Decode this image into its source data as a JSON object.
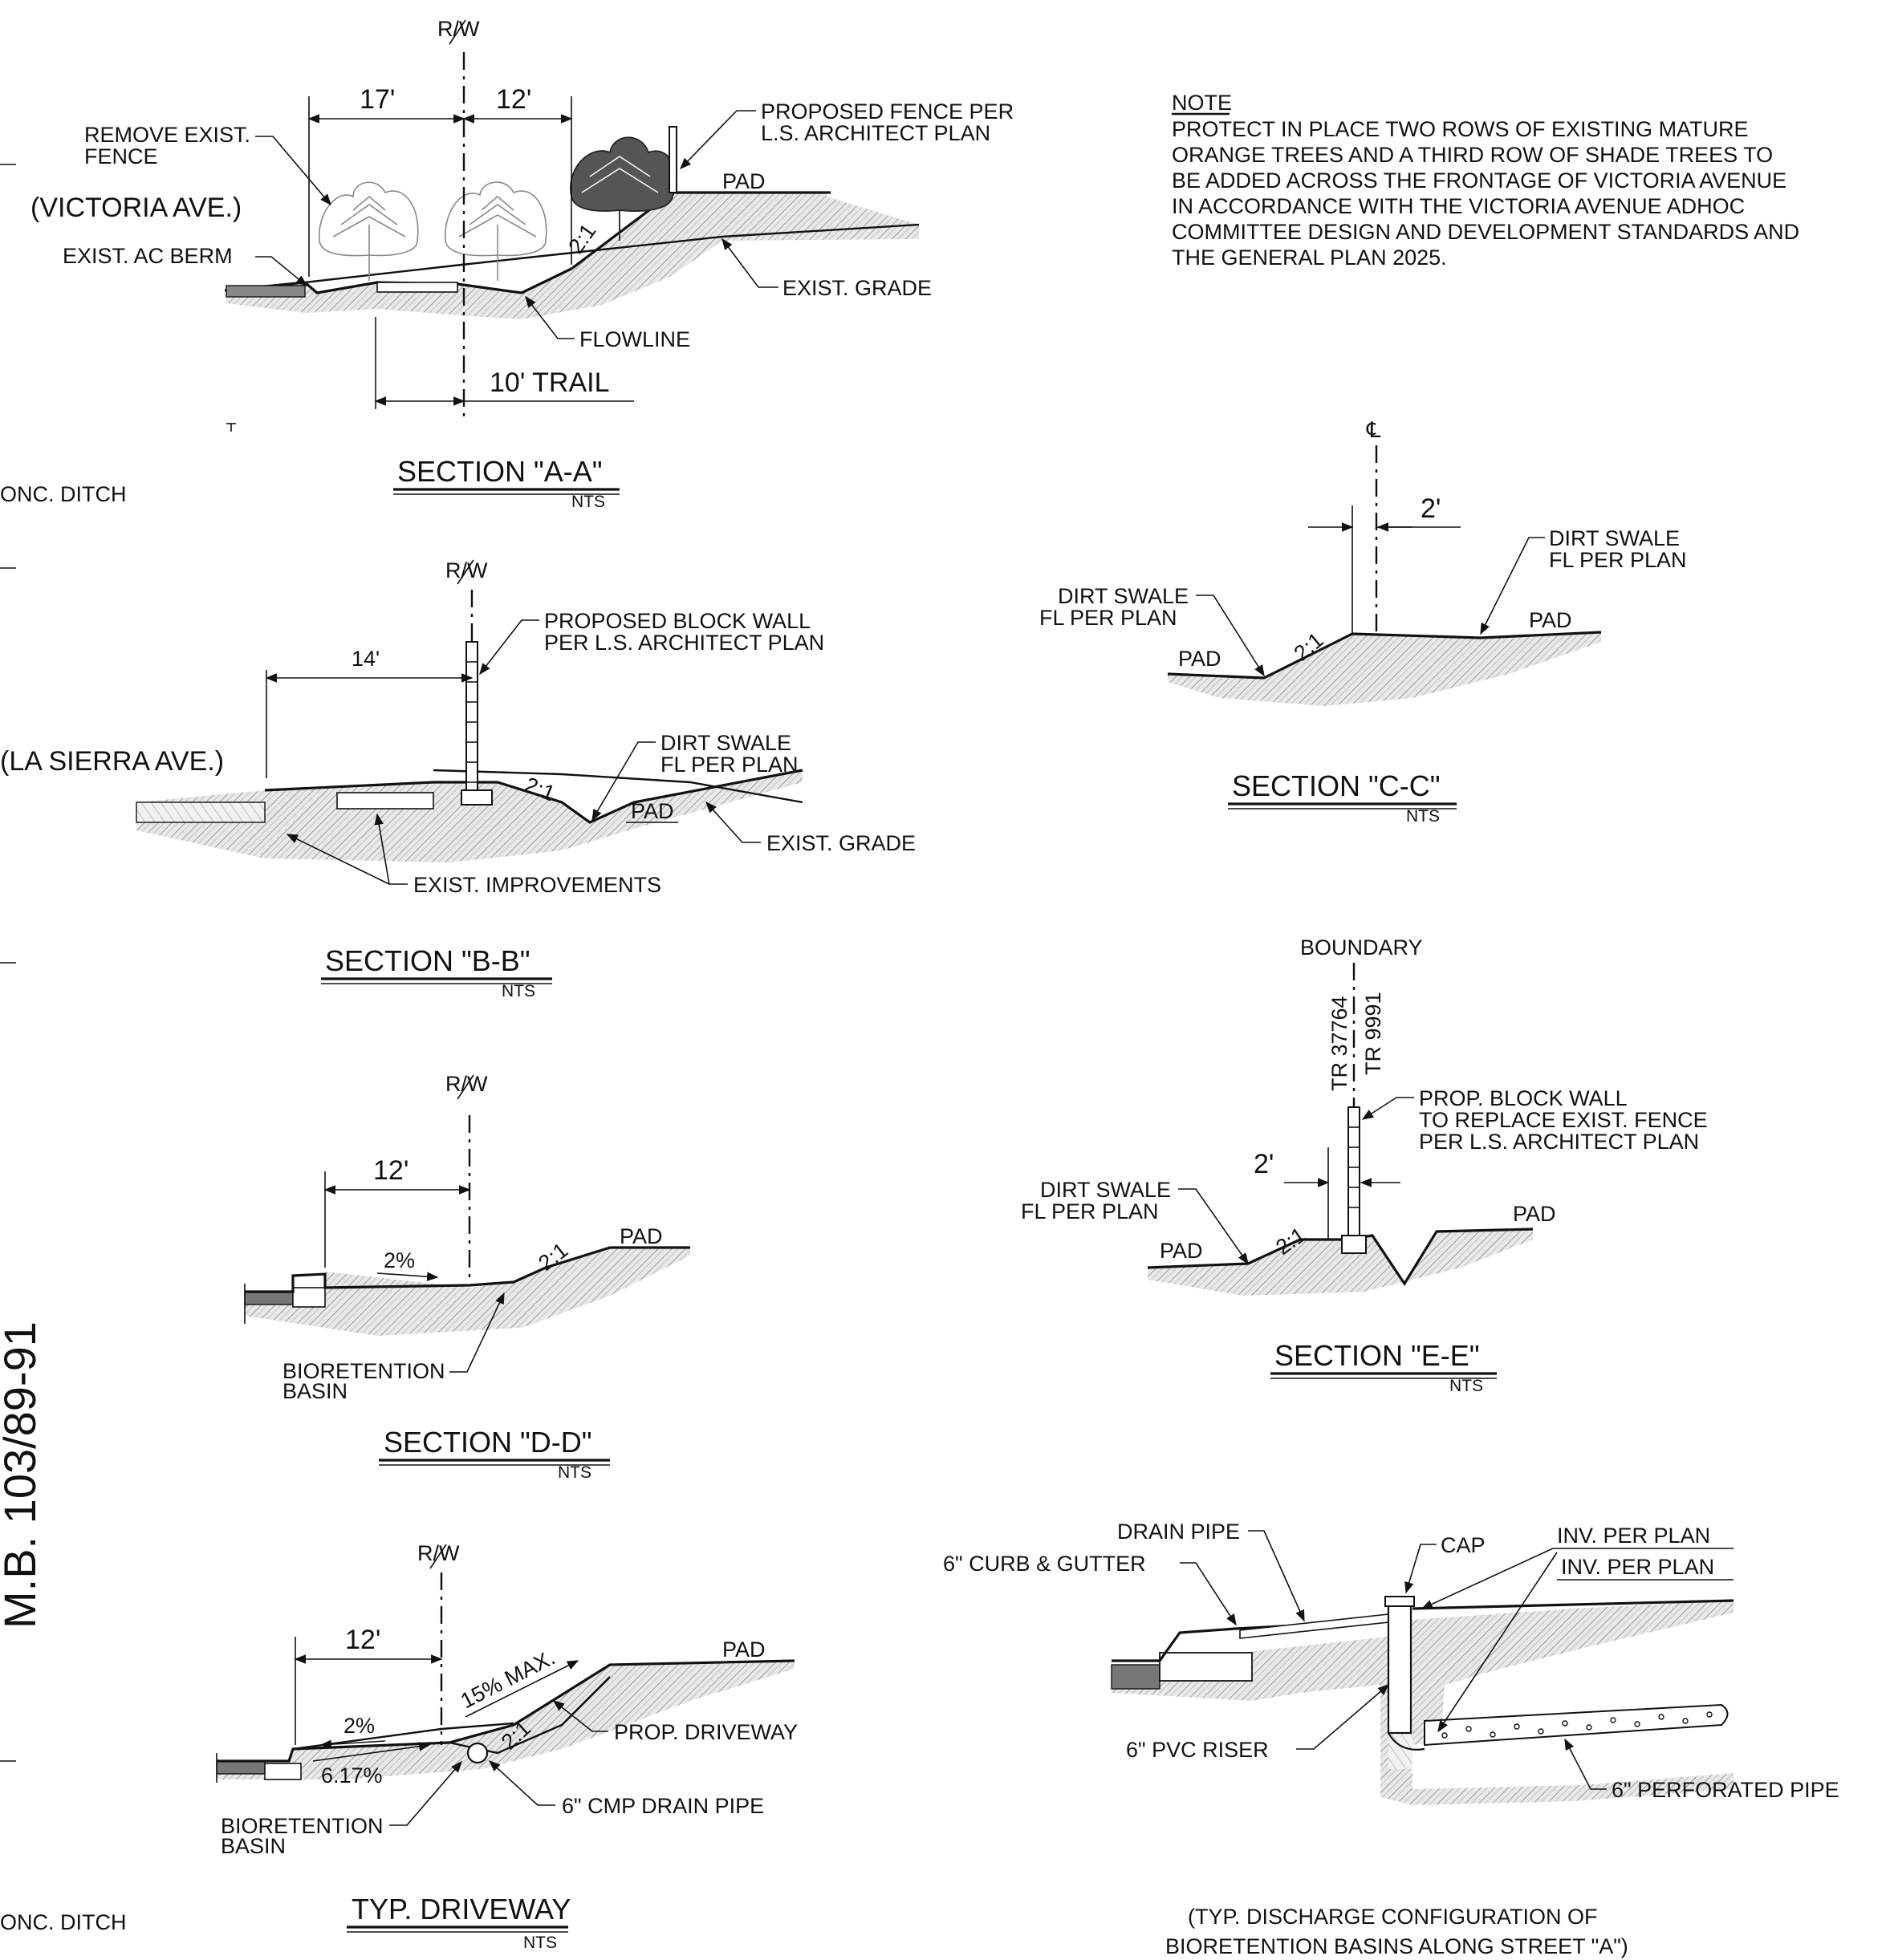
{
  "margin_text": {
    "vertical_label": "M.B. 103/89-91",
    "conc_ditch_top": "ONC. DITCH",
    "conc_ditch_bottom": "ONC. DITCH"
  },
  "note": {
    "heading": "NOTE",
    "lines": [
      "PROTECT IN PLACE TWO ROWS OF EXISTING MATURE",
      "ORANGE TREES AND A THIRD ROW OF SHADE TREES TO",
      "BE ADDED ACROSS THE FRONTAGE OF VICTORIA AVENUE",
      "IN ACCORDANCE WITH THE VICTORIA AVENUE ADHOC",
      "COMMITTEE DESIGN AND DEVELOPMENT STANDARDS AND",
      "THE GENERAL PLAN 2025."
    ]
  },
  "section_a": {
    "title": "SECTION \"A-A\"",
    "scale": "NTS",
    "rw": "R/W",
    "dim_left": "17'",
    "dim_right": "12'",
    "street": "(VICTORIA AVE.)",
    "remove_fence_1": "REMOVE EXIST.",
    "remove_fence_2": "FENCE",
    "ac_berm": "EXIST. AC BERM",
    "proposed_fence_1": "PROPOSED FENCE PER",
    "proposed_fence_2": "L.S. ARCHITECT PLAN",
    "pad": "PAD",
    "slope": "2:1",
    "exist_grade": "EXIST. GRADE",
    "flowline": "FLOWLINE",
    "trail": "10' TRAIL"
  },
  "section_b": {
    "title": "SECTION \"B-B\"",
    "scale": "NTS",
    "rw": "R/W",
    "dim": "14'",
    "street": "(LA SIERRA AVE.)",
    "wall_1": "PROPOSED BLOCK WALL",
    "wall_2": "PER L.S. ARCHITECT PLAN",
    "swale_1": "DIRT SWALE",
    "swale_2": "FL PER PLAN",
    "slope": "2:1",
    "pad": "PAD",
    "exist_grade": "EXIST. GRADE",
    "improvements": "EXIST. IMPROVEMENTS"
  },
  "section_c": {
    "title": "SECTION \"C-C\"",
    "scale": "NTS",
    "centerline": "℄",
    "dim": "2'",
    "swale_right_1": "DIRT SWALE",
    "swale_right_2": "FL PER PLAN",
    "swale_left_1": "DIRT SWALE",
    "swale_left_2": "FL PER PLAN",
    "pad_left": "PAD",
    "pad_right": "PAD",
    "slope": "2:1"
  },
  "section_d": {
    "title": "SECTION \"D-D\"",
    "scale": "NTS",
    "rw": "R/W",
    "dim": "12'",
    "grade": "2%",
    "slope": "2:1",
    "pad": "PAD",
    "basin_1": "BIORETENTION",
    "basin_2": "BASIN"
  },
  "section_e": {
    "title": "SECTION \"E-E\"",
    "scale": "NTS",
    "boundary": "BOUNDARY",
    "tract_left": "TR 37764",
    "tract_right": "TR 9991",
    "wall_1": "PROP. BLOCK WALL",
    "wall_2": "TO REPLACE EXIST. FENCE",
    "wall_3": "PER L.S. ARCHITECT PLAN",
    "dim": "2'",
    "swale_1": "DIRT SWALE",
    "swale_2": "FL PER PLAN",
    "pad_left": "PAD",
    "pad_right": "PAD",
    "slope": "2:1"
  },
  "driveway": {
    "title": "TYP. DRIVEWAY",
    "scale": "NTS",
    "rw": "R/W",
    "dim": "12'",
    "max_slope": "15% MAX.",
    "pad": "PAD",
    "grade_1": "2%",
    "grade_2": "6.17%",
    "slope": "2:1",
    "prop_driveway": "PROP. DRIVEWAY",
    "drain_pipe": "6\" CMP DRAIN PIPE",
    "basin_1": "BIORETENTION",
    "basin_2": "BASIN"
  },
  "discharge": {
    "drain_pipe": "DRAIN PIPE",
    "curb": "6\" CURB & GUTTER",
    "cap": "CAP",
    "inv_1": "INV. PER PLAN",
    "inv_2": "INV. PER PLAN",
    "riser": "6\" PVC RISER",
    "perforated": "6\" PERFORATED PIPE",
    "caption_1": "(TYP. DISCHARGE CONFIGURATION OF",
    "caption_2": "BIORETENTION BASINS ALONG STREET \"A\")"
  }
}
